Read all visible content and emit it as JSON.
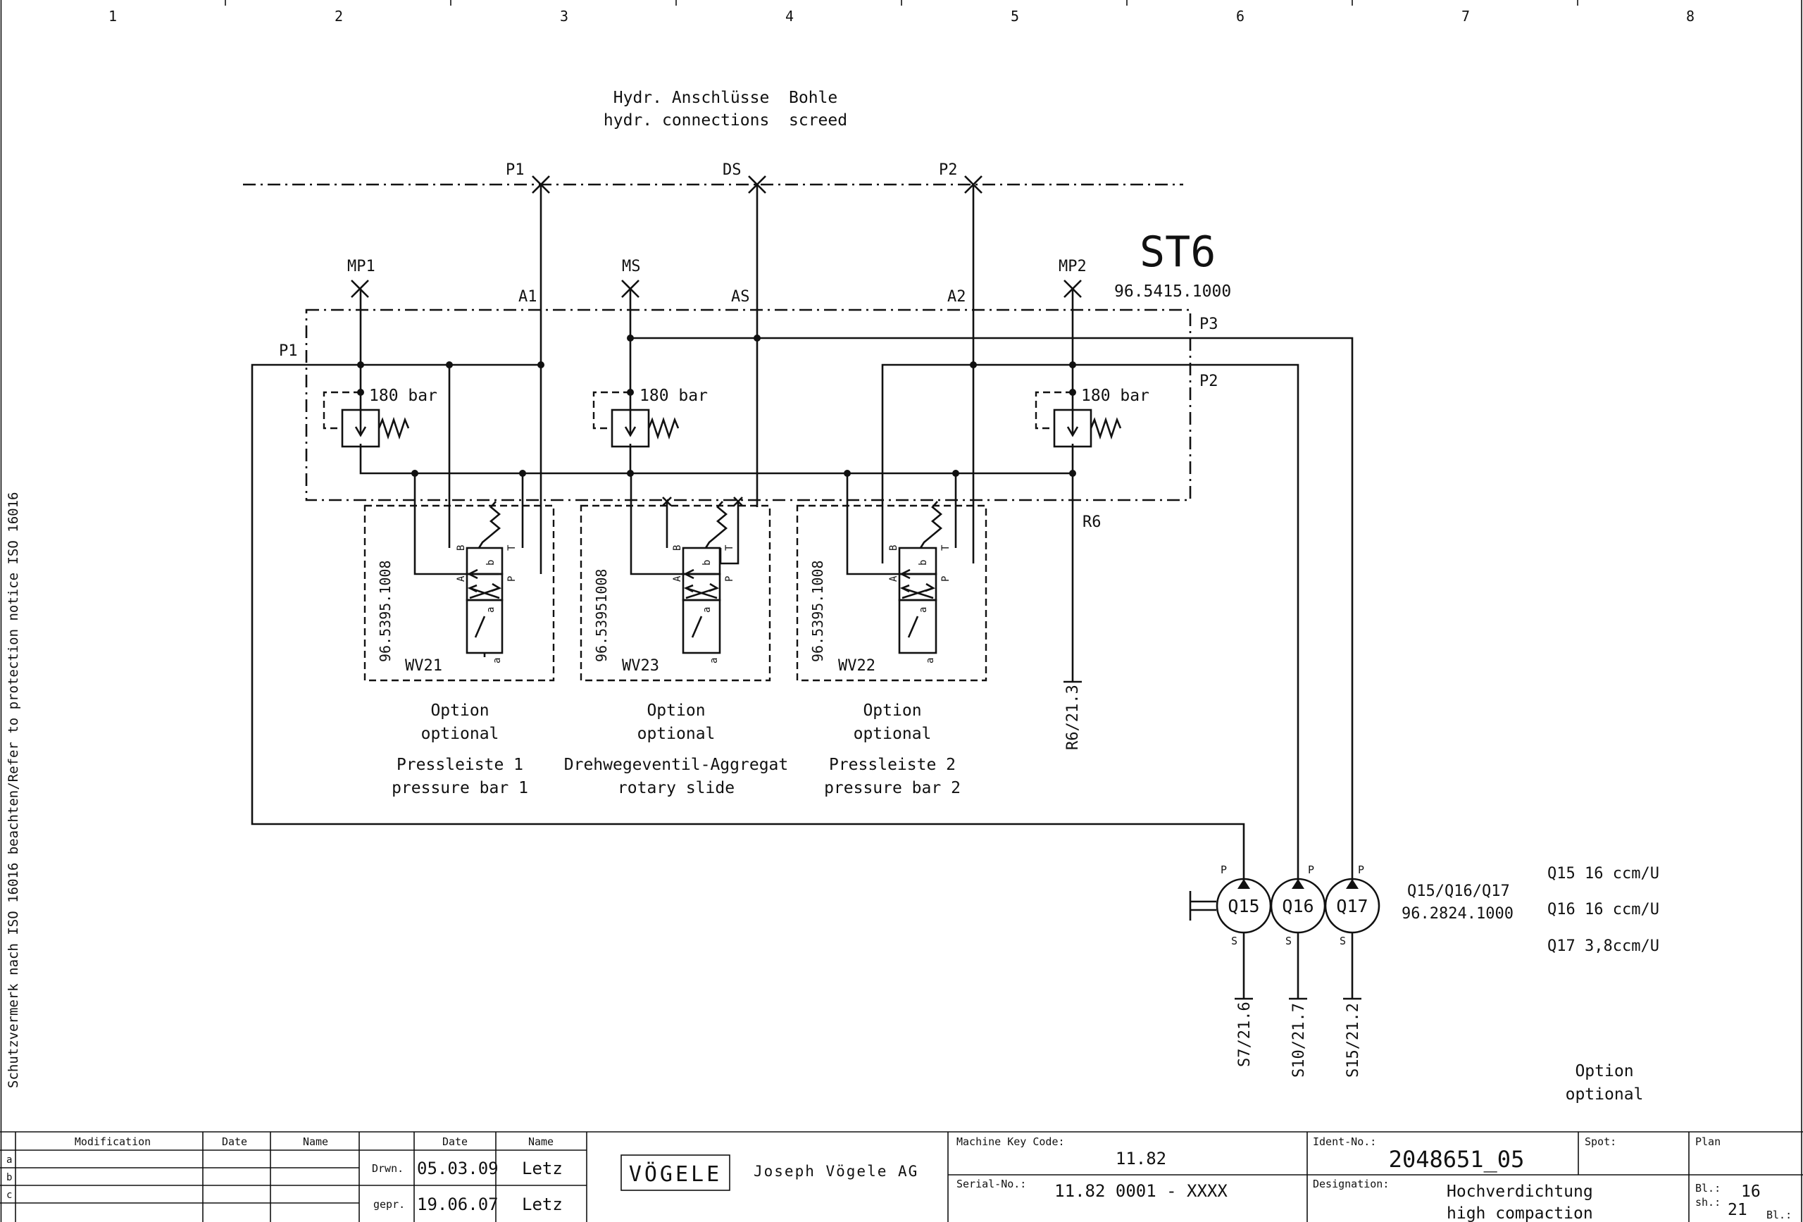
{
  "border": {
    "columns": [
      "1",
      "2",
      "3",
      "4",
      "5",
      "6",
      "7",
      "8"
    ],
    "side_note": "Schutzvermerk nach ISO 16016 beachten/Refer to protection notice ISO 16016"
  },
  "header": {
    "title_de": "Hydr. Anschlüsse  Bohle",
    "title_en": "hydr. connections  screed"
  },
  "ports": {
    "p1": "P1",
    "ds": "DS",
    "p2": "P2"
  },
  "measure_points": {
    "mp1": "MP1",
    "ms": "MS",
    "mp2": "MP2"
  },
  "lines": {
    "a1": "A1",
    "as": "AS",
    "a2": "A2",
    "p1": "P1",
    "p3": "P3",
    "p2": "P2",
    "r6": "R6",
    "r6_ref": "R6/21.3"
  },
  "block": {
    "name": "ST6",
    "part": "96.5415.1000"
  },
  "relief": [
    "180 bar",
    "180 bar",
    "180 bar"
  ],
  "spool_labels": {
    "a": "A",
    "b": "B",
    "t": "T",
    "p": "P",
    "sa": "a",
    "sb": "b"
  },
  "valves": [
    {
      "id": "WV21",
      "part": "96.5395.1008",
      "option": "Option",
      "optional": "optional",
      "name_de": "Pressleiste 1",
      "name_en": "pressure bar 1"
    },
    {
      "id": "WV23",
      "part": "96.53951008",
      "option": "Option",
      "optional": "optional",
      "name_de": "Drehwegeventil-Aggregat",
      "name_en": "rotary slide"
    },
    {
      "id": "WV22",
      "part": "96.5395.1008",
      "option": "Option",
      "optional": "optional",
      "name_de": "Pressleiste 2",
      "name_en": "pressure bar 2"
    }
  ],
  "pumps": {
    "items": [
      "Q15",
      "Q16",
      "Q17"
    ],
    "group_label": "Q15/Q16/Q17",
    "part": "96.2824.1000",
    "port_p": "P",
    "port_s": "S",
    "specs": [
      "Q15 16 ccm/U",
      "Q16 16 ccm/U",
      "Q17 3,8ccm/U"
    ],
    "suction_refs": [
      "S7/21.6",
      "S10/21.7",
      "S15/21.2"
    ]
  },
  "option_note": {
    "option": "Option",
    "optional": "optional"
  },
  "title_block": {
    "rev_rows": [
      "a",
      "b",
      "c"
    ],
    "modification": "Modification",
    "date": "Date",
    "name": "Name",
    "drwn_label": "Drwn.",
    "gepr_label": "gepr.",
    "drwn_date": "05.03.09",
    "drwn_name": "Letz",
    "gepr_date": "19.06.07",
    "gepr_name": "Letz",
    "logo": "VÖGELE",
    "company": "Joseph Vögele AG",
    "machine_key_label": "Machine Key Code:",
    "machine_key": "11.82",
    "serial_label": "Serial-No.:",
    "serial": "11.82 0001 - XXXX",
    "ident_label": "Ident-No.:",
    "ident": "2048651_05",
    "spot_label": "Spot:",
    "plan_label": "Plan",
    "designation_label": "Designation:",
    "designation_de": "Hochverdichtung",
    "designation_en": "high compaction",
    "bl_label": "Bl.:",
    "sh_label": "sh.:",
    "sheet": "16",
    "sheets": "21",
    "bl2_label": "Bl.:"
  }
}
